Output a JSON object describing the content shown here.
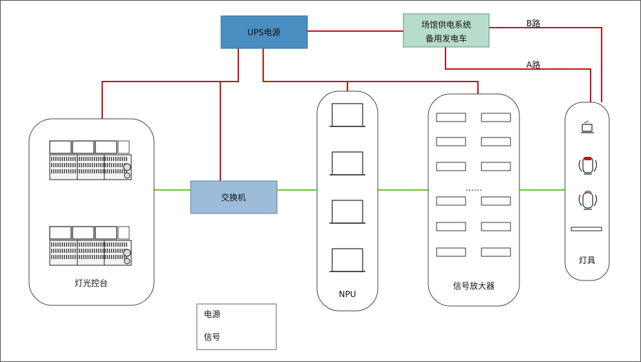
{
  "nodes": {
    "ups": "UPS电源",
    "generator_line1": "场馆供电系统",
    "generator_line2": "备用发电车",
    "switch": "交换机",
    "console": "灯光控台",
    "npu": "NPU",
    "amplifier": "信号放大器",
    "amplifier_dots": "……",
    "fixtures": "灯具"
  },
  "routes": {
    "b": "B路",
    "a": "A路"
  },
  "legend": {
    "power": "电源",
    "signal": "信号"
  },
  "colors": {
    "power": "#c0151a",
    "signal": "#6cc63a",
    "ups_fill": "#4a8ec1",
    "switch_fill": "#9dbcd9",
    "generator_fill": "#b7dccb"
  }
}
